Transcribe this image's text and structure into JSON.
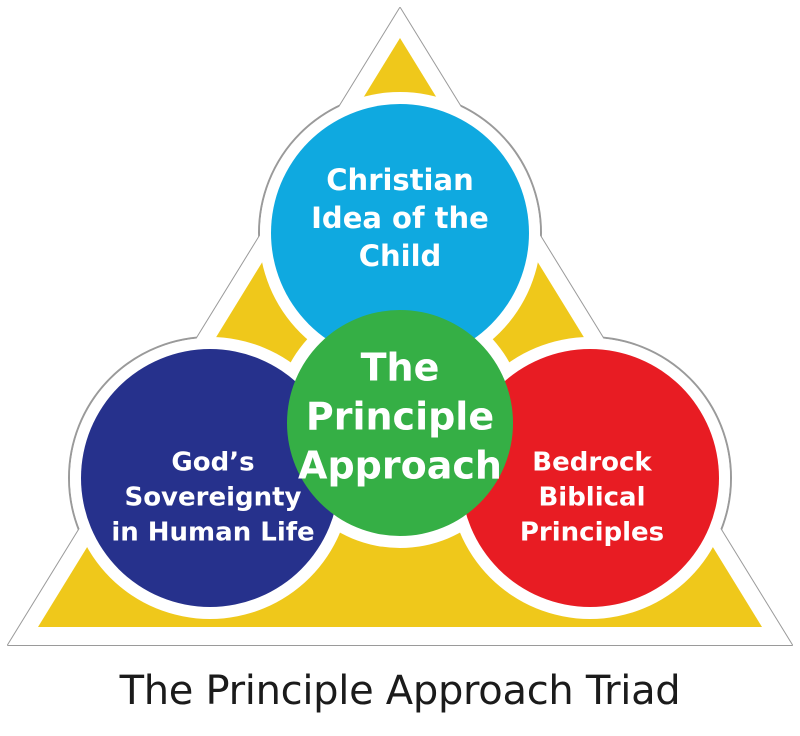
{
  "diagram": {
    "title": "The Principle Approach Triad",
    "type": "venn-triad",
    "background_shape": "rounded-triangle",
    "nodes": [
      {
        "id": "top",
        "label_lines": [
          "Christian",
          "Idea of the",
          "Child"
        ],
        "color": "#0FA9E0",
        "position": "top"
      },
      {
        "id": "left",
        "label_lines": [
          "God’s",
          "Sovereignty",
          "in Human Life"
        ],
        "color": "#26318C",
        "position": "bottom-left"
      },
      {
        "id": "right",
        "label_lines": [
          "Bedrock",
          "Biblical",
          "Principles"
        ],
        "color": "#E81C23",
        "position": "bottom-right"
      },
      {
        "id": "center",
        "label_lines": [
          "The",
          "Principle",
          "Approach"
        ],
        "color": "#35AF45",
        "position": "center"
      }
    ],
    "colors": {
      "triangle_fill": "#EFC81B",
      "outline": "#FFFFFF",
      "outline_edge": "#8A8A8A",
      "text": "#FFFFFF",
      "caption_text": "#1B1B1B",
      "background": "#FFFFFF"
    }
  },
  "caption": {
    "text": "The Principle Approach Triad"
  }
}
